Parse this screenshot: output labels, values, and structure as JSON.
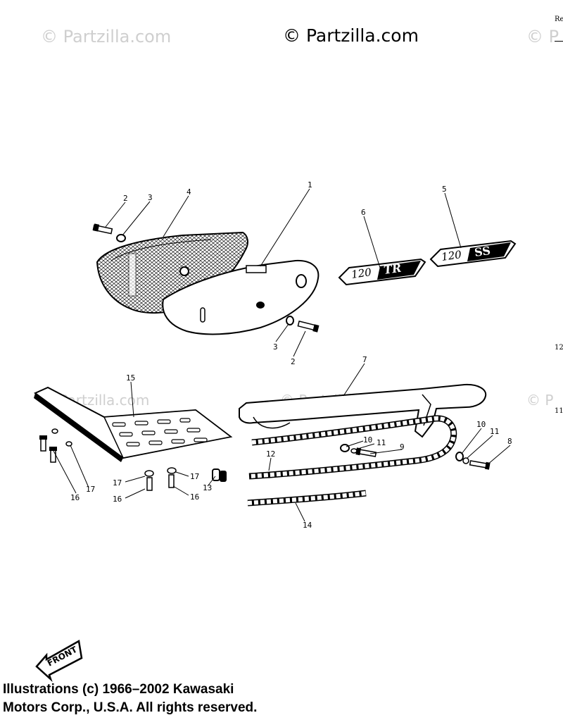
{
  "watermarks": {
    "main": "© Partzilla.com",
    "faint": "© Partzilla.com",
    "faint_clipped": "© P"
  },
  "corner_labels": {
    "top": "Re",
    "right_a": "12",
    "right_b": "11"
  },
  "callouts": [
    "1",
    "2",
    "3",
    "4",
    "5",
    "6",
    "7",
    "8",
    "9",
    "10",
    "11",
    "12",
    "13",
    "14",
    "15",
    "16",
    "17"
  ],
  "emblems": {
    "tr": {
      "number": "120",
      "text": "TR"
    },
    "ss": {
      "number": "120",
      "text": "SS"
    }
  },
  "front_arrow": "FRONT",
  "copyright": {
    "line1": "Illustrations (c) 1966–2002 Kawasaki",
    "line2": "Motors Corp., U.S.A.  All rights reserved."
  }
}
